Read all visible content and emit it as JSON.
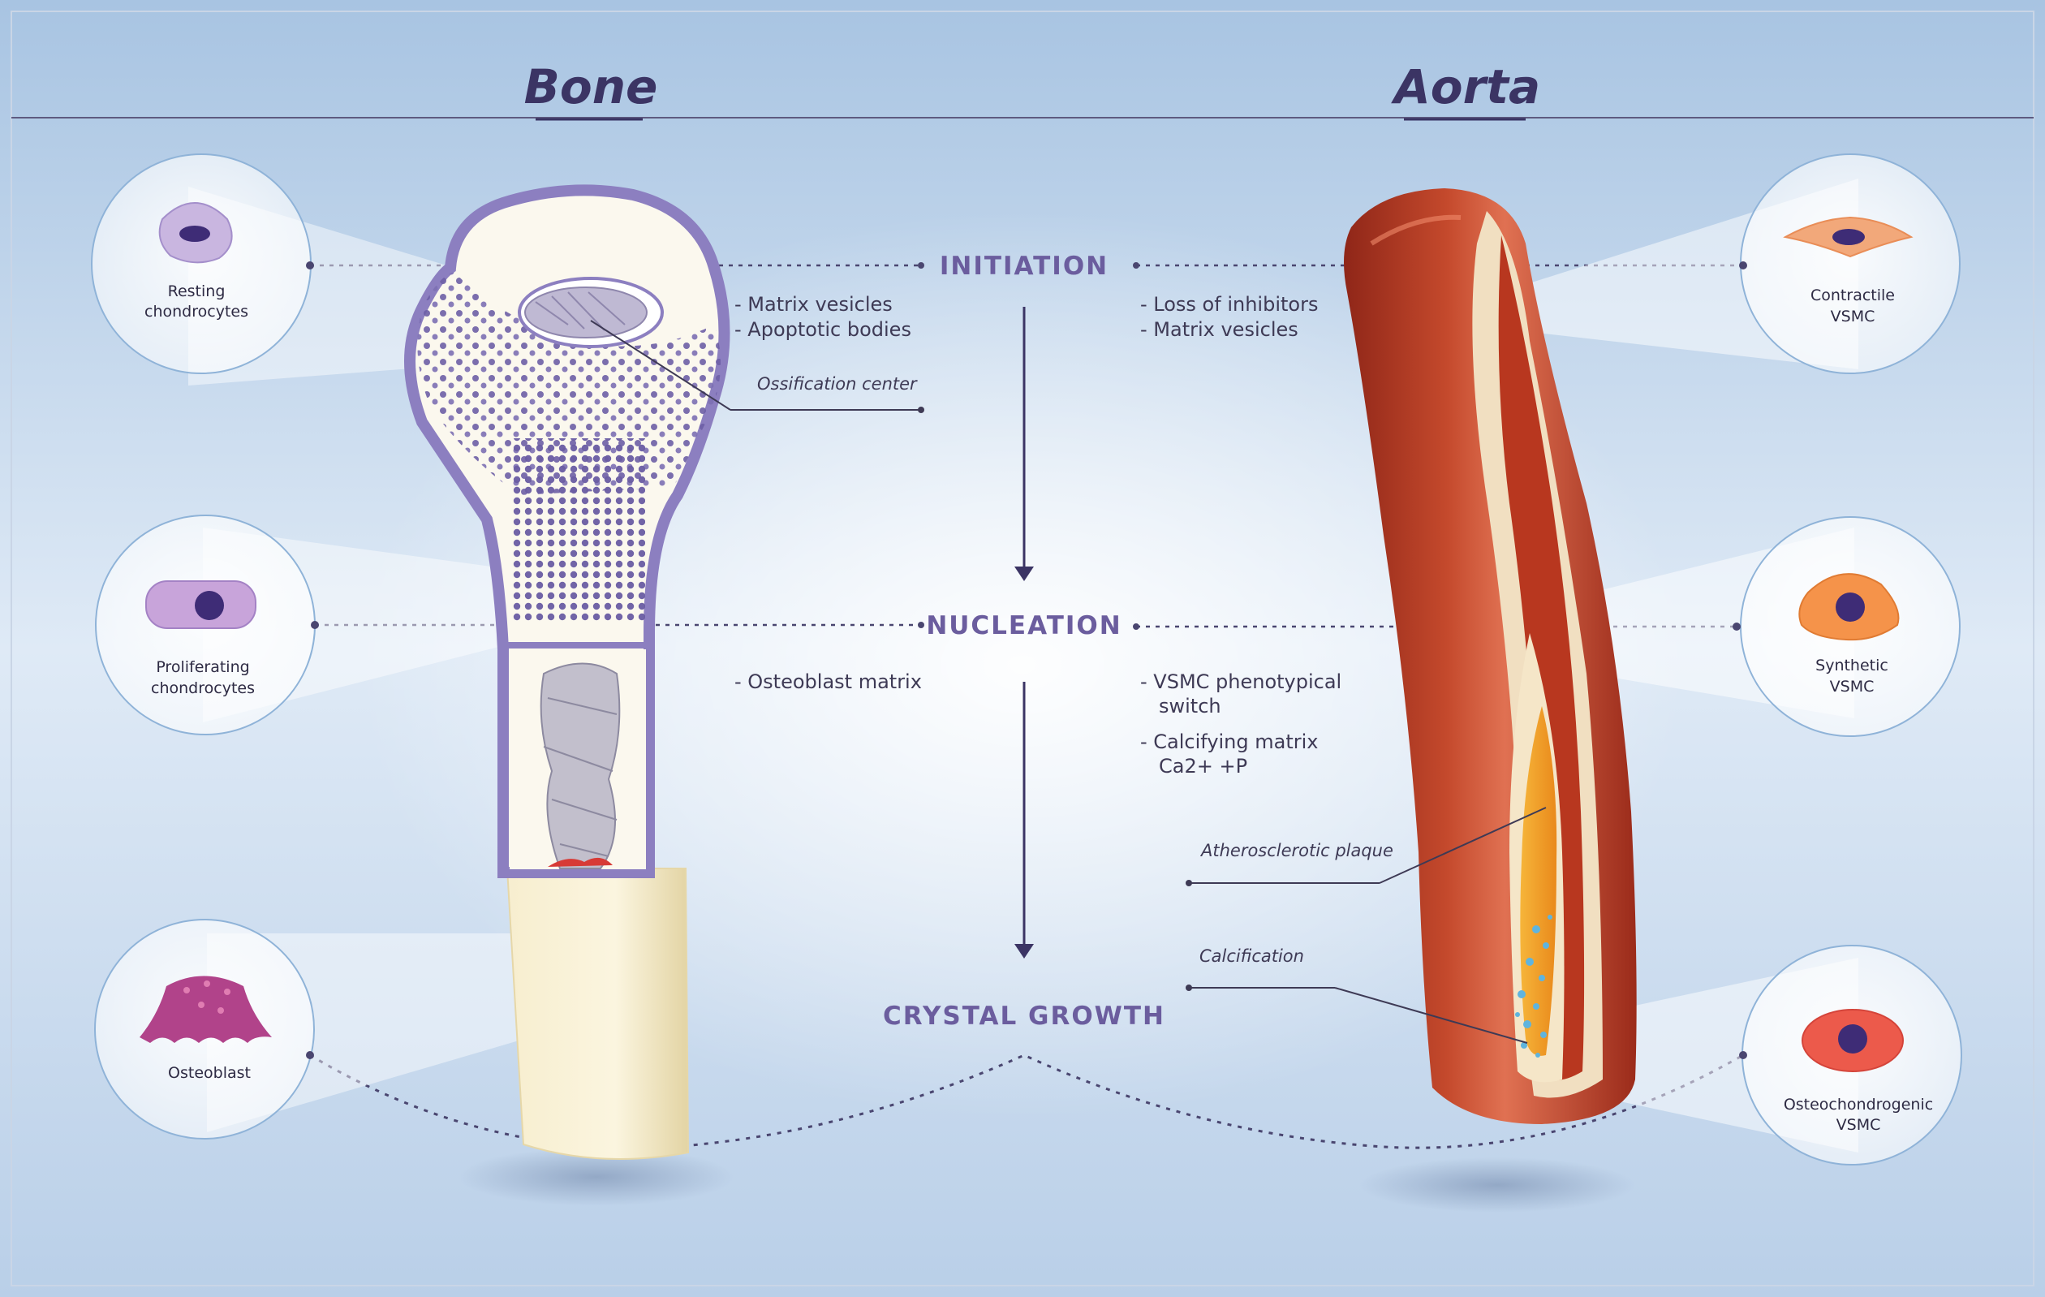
{
  "titles": {
    "left": "Bone",
    "right": "Aorta"
  },
  "stages": {
    "initiation": "INITIATION",
    "nucleation": "NUCLEATION",
    "crystal_growth": "CRYSTAL GROWTH"
  },
  "bone_notes": {
    "initiation": [
      "- Matrix vesicles",
      "- Apoptotic bodies"
    ],
    "ossification_center": "Ossification center",
    "nucleation": "- Osteoblast matrix"
  },
  "aorta_notes": {
    "initiation": [
      "- Loss of inhibitors",
      "- Matrix vesicles"
    ],
    "nucleation": [
      "- VSMC phenotypical",
      "switch",
      "- Calcifying matrix",
      "Ca2+ +P"
    ],
    "plaque": "Atherosclerotic plaque",
    "calcification": "Calcification"
  },
  "bone_cells": {
    "resting": [
      "Resting",
      "chondrocytes"
    ],
    "proliferating": [
      "Proliferating",
      "chondrocytes"
    ],
    "osteoblast": [
      "Osteoblast"
    ]
  },
  "aorta_cells": {
    "contractile": [
      "Contractile",
      "VSMC"
    ],
    "synthetic": [
      "Synthetic",
      "VSMC"
    ],
    "osteochondrogenic": [
      "Osteochondrogenic",
      "VSMC"
    ]
  },
  "colors": {
    "accent": "#6b5d9e",
    "title": "#3b3464",
    "bone_outline": "#8c7fc0",
    "bone_shaft": "#f1e7c6",
    "aorta_red": "#b03a22",
    "aorta_light": "#e5744f",
    "plaque": "#f2a01f",
    "calcification": "#5fb4de"
  }
}
